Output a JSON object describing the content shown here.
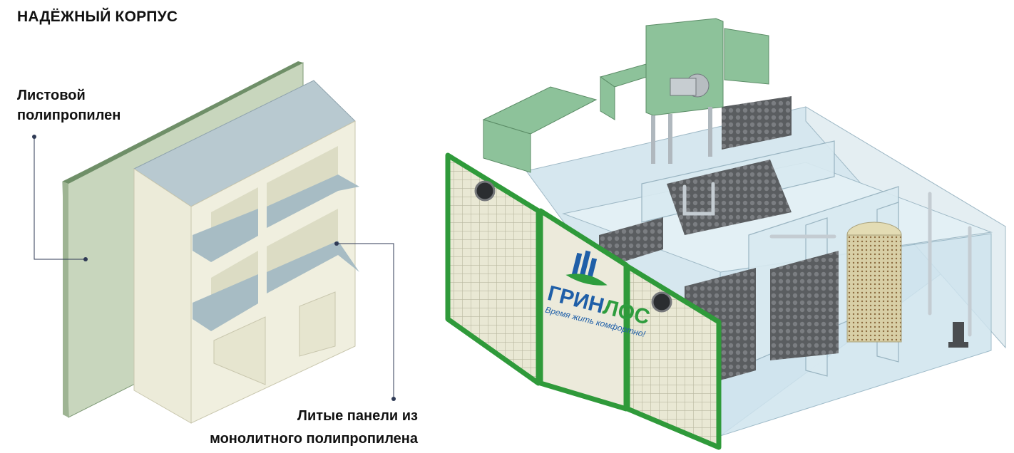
{
  "header": {
    "title": "НАДЁЖНЫЙ КОРПУС"
  },
  "callouts": {
    "sheet": {
      "line1": "Листовой",
      "line2": "полипропилен"
    },
    "panels": {
      "line1": "Литые панели из",
      "line2": "монолитного полипропилена"
    }
  },
  "logo": {
    "part1": "ГРИН",
    "part2": "ЛОС",
    "tagline": "Время жить комфортно!",
    "color_part1": "#1f5fa8",
    "color_part2": "#2e9d3e"
  },
  "colors": {
    "sheet_green": "#8aa882",
    "panel_cream": "#ecebd9",
    "shelf_blue": "#a8bcc6",
    "tank_green": "#2f9a3a",
    "water": "#cfe4ee",
    "equipment_green": "#8dc29a"
  }
}
